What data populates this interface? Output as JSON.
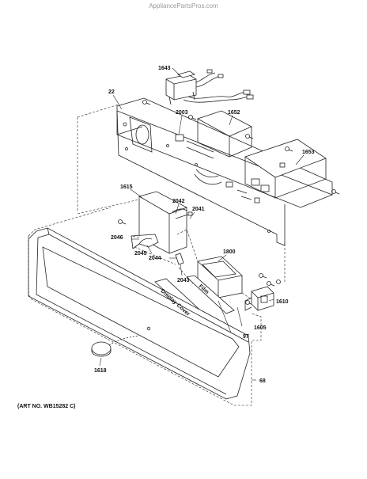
{
  "watermark": "AppliancePartsPros.com",
  "art_no": "(ART NO. WB15282 C)",
  "overlays": {
    "display_cover": "Display Cover",
    "film": "Film"
  },
  "parts": {
    "p1643": "1643",
    "p22": "22",
    "p2003": "2003",
    "p1652": "1652",
    "p1653": "1653",
    "p1615": "1615",
    "p2042": "2042",
    "p2041": "2041",
    "p2046": "2046",
    "p2045": "2045",
    "p2044": "2044",
    "p2043": "2043",
    "p1800": "1800",
    "p1610": "1610",
    "p1605": "1605",
    "p97": "97",
    "p1618": "1618",
    "p68": "68"
  }
}
